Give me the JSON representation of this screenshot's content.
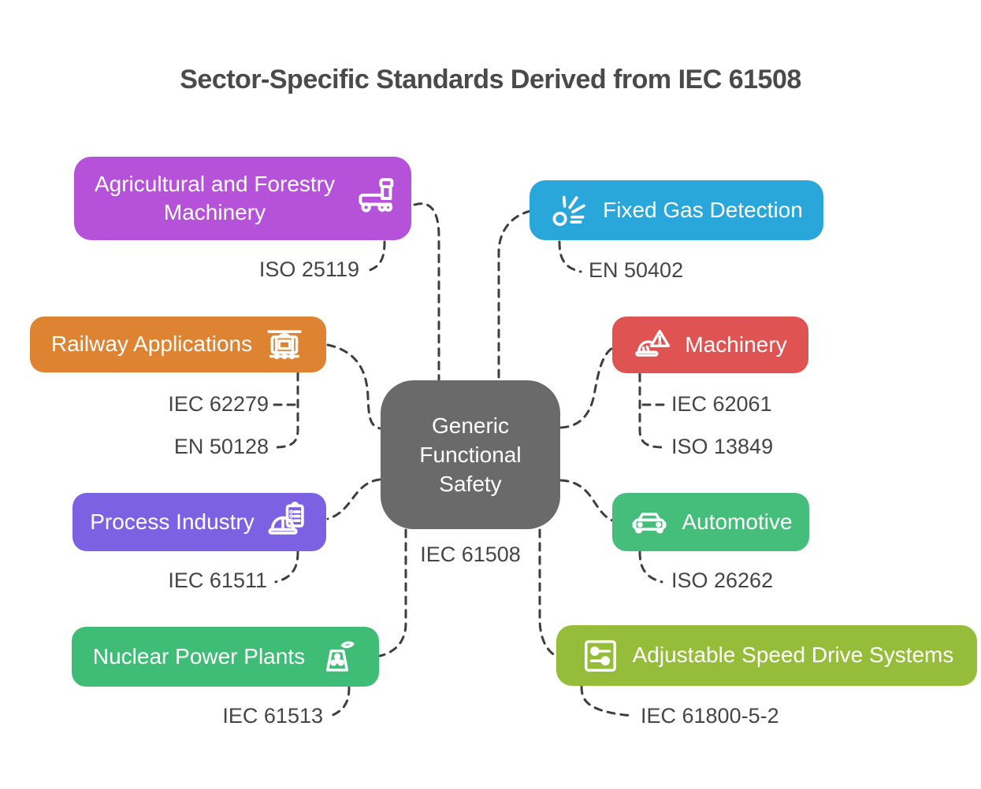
{
  "title": "Sector-Specific Standards Derived from IEC 61508",
  "center": {
    "label": "Generic Functional Safety",
    "standard": "IEC 61508",
    "color": "#6a6a6a"
  },
  "nodes": {
    "agricultural": {
      "label": "Agricultural and Forestry Machinery",
      "icon": "tractor-icon",
      "color": "#b552d9",
      "standard1": "ISO 25119"
    },
    "fixed_gas": {
      "label": "Fixed Gas Detection",
      "icon": "gas-emission-icon",
      "color": "#2aa7da",
      "standard1": "EN 50402"
    },
    "railway": {
      "label": "Railway Applications",
      "icon": "tram-icon",
      "color": "#de8331",
      "standard1": "IEC 62279",
      "standard2": "EN 50128"
    },
    "machinery": {
      "label": "Machinery",
      "icon": "hardhat-warning-icon",
      "color": "#df5452",
      "standard1": "IEC 62061",
      "standard2": "ISO 13849"
    },
    "process": {
      "label": "Process Industry",
      "icon": "hardhat-clipboard-icon",
      "color": "#7c62e2",
      "standard1": "IEC 61511"
    },
    "automotive": {
      "label": "Automotive",
      "icon": "car-icon",
      "color": "#45bd7b",
      "standard1": "ISO 26262"
    },
    "nuclear": {
      "label": "Nuclear Power Plants",
      "icon": "nuclear-plant-icon",
      "color": "#3fbd77",
      "standard1": "IEC 61513"
    },
    "adjustable": {
      "label": "Adjustable Speed Drive Systems",
      "icon": "sliders-icon",
      "color": "#95bd3a",
      "standard1": "IEC 61800-5-2"
    }
  },
  "style": {
    "connector_color": "#3e3e3e",
    "standard_label_color": "#454545",
    "title_color": "#4a4a4a",
    "background": "#ffffff"
  }
}
